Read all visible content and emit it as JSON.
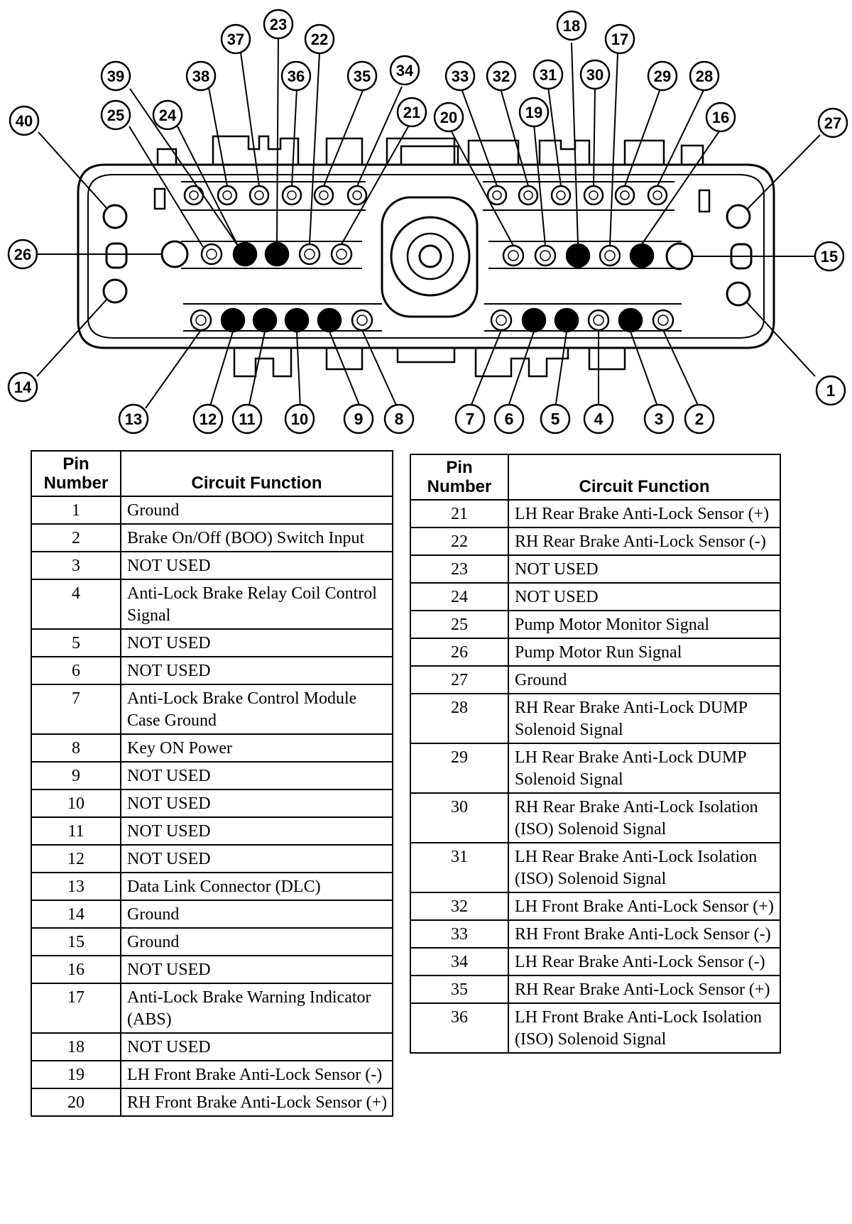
{
  "connector": {
    "pin_labels": [
      "1",
      "2",
      "3",
      "4",
      "5",
      "6",
      "7",
      "8",
      "9",
      "10",
      "11",
      "12",
      "13",
      "14",
      "15",
      "16",
      "17",
      "18",
      "19",
      "20",
      "21",
      "22",
      "23",
      "24",
      "25",
      "26",
      "27",
      "28",
      "29",
      "30",
      "31",
      "32",
      "33",
      "34",
      "35",
      "36",
      "37",
      "38",
      "39",
      "40"
    ]
  },
  "table_left": {
    "header_pin": "Pin Number",
    "header_function": "Circuit Function",
    "rows": [
      {
        "pin": "1",
        "function": "Ground"
      },
      {
        "pin": "2",
        "function": "Brake On/Off (BOO) Switch Input"
      },
      {
        "pin": "3",
        "function": "NOT USED"
      },
      {
        "pin": "4",
        "function": "Anti-Lock Brake Relay Coil Control Signal"
      },
      {
        "pin": "5",
        "function": "NOT USED"
      },
      {
        "pin": "6",
        "function": "NOT USED"
      },
      {
        "pin": "7",
        "function": "Anti-Lock Brake Control Module Case Ground"
      },
      {
        "pin": "8",
        "function": "Key ON Power"
      },
      {
        "pin": "9",
        "function": "NOT USED"
      },
      {
        "pin": "10",
        "function": "NOT USED"
      },
      {
        "pin": "11",
        "function": "NOT USED"
      },
      {
        "pin": "12",
        "function": "NOT USED"
      },
      {
        "pin": "13",
        "function": "Data Link Connector (DLC)"
      },
      {
        "pin": "14",
        "function": "Ground"
      },
      {
        "pin": "15",
        "function": "Ground"
      },
      {
        "pin": "16",
        "function": "NOT USED"
      },
      {
        "pin": "17",
        "function": "Anti-Lock Brake Warning Indicator (ABS)"
      },
      {
        "pin": "18",
        "function": "NOT USED"
      },
      {
        "pin": "19",
        "function": "LH Front Brake Anti-Lock Sensor (-)"
      },
      {
        "pin": "20",
        "function": "RH Front Brake Anti-Lock Sensor (+)"
      }
    ]
  },
  "table_right": {
    "header_pin": "Pin Number",
    "header_function": "Circuit Function",
    "rows": [
      {
        "pin": "21",
        "function": "LH Rear Brake Anti-Lock Sensor (+)"
      },
      {
        "pin": "22",
        "function": "RH Rear Brake Anti-Lock Sensor (-)"
      },
      {
        "pin": "23",
        "function": "NOT USED"
      },
      {
        "pin": "24",
        "function": "NOT USED"
      },
      {
        "pin": "25",
        "function": "Pump Motor Monitor Signal"
      },
      {
        "pin": "26",
        "function": "Pump Motor Run Signal"
      },
      {
        "pin": "27",
        "function": "Ground"
      },
      {
        "pin": "28",
        "function": "RH Rear Brake Anti-Lock DUMP Solenoid Signal"
      },
      {
        "pin": "29",
        "function": "LH Rear Brake Anti-Lock DUMP Solenoid Signal"
      },
      {
        "pin": "30",
        "function": "RH Rear Brake Anti-Lock Isolation (ISO) Solenoid Signal"
      },
      {
        "pin": "31",
        "function": "LH Rear Brake Anti-Lock Isolation (ISO) Solenoid Signal"
      },
      {
        "pin": "32",
        "function": "LH Front Brake Anti-Lock Sensor (+)"
      },
      {
        "pin": "33",
        "function": "RH Front Brake Anti-Lock Sensor (-)"
      },
      {
        "pin": "34",
        "function": "LH Rear Brake Anti-Lock Sensor (-)"
      },
      {
        "pin": "35",
        "function": "RH Rear Brake Anti-Lock Sensor (+)"
      },
      {
        "pin": "36",
        "function": "LH Front Brake Anti-Lock Isolation (ISO) Solenoid Signal"
      }
    ]
  }
}
